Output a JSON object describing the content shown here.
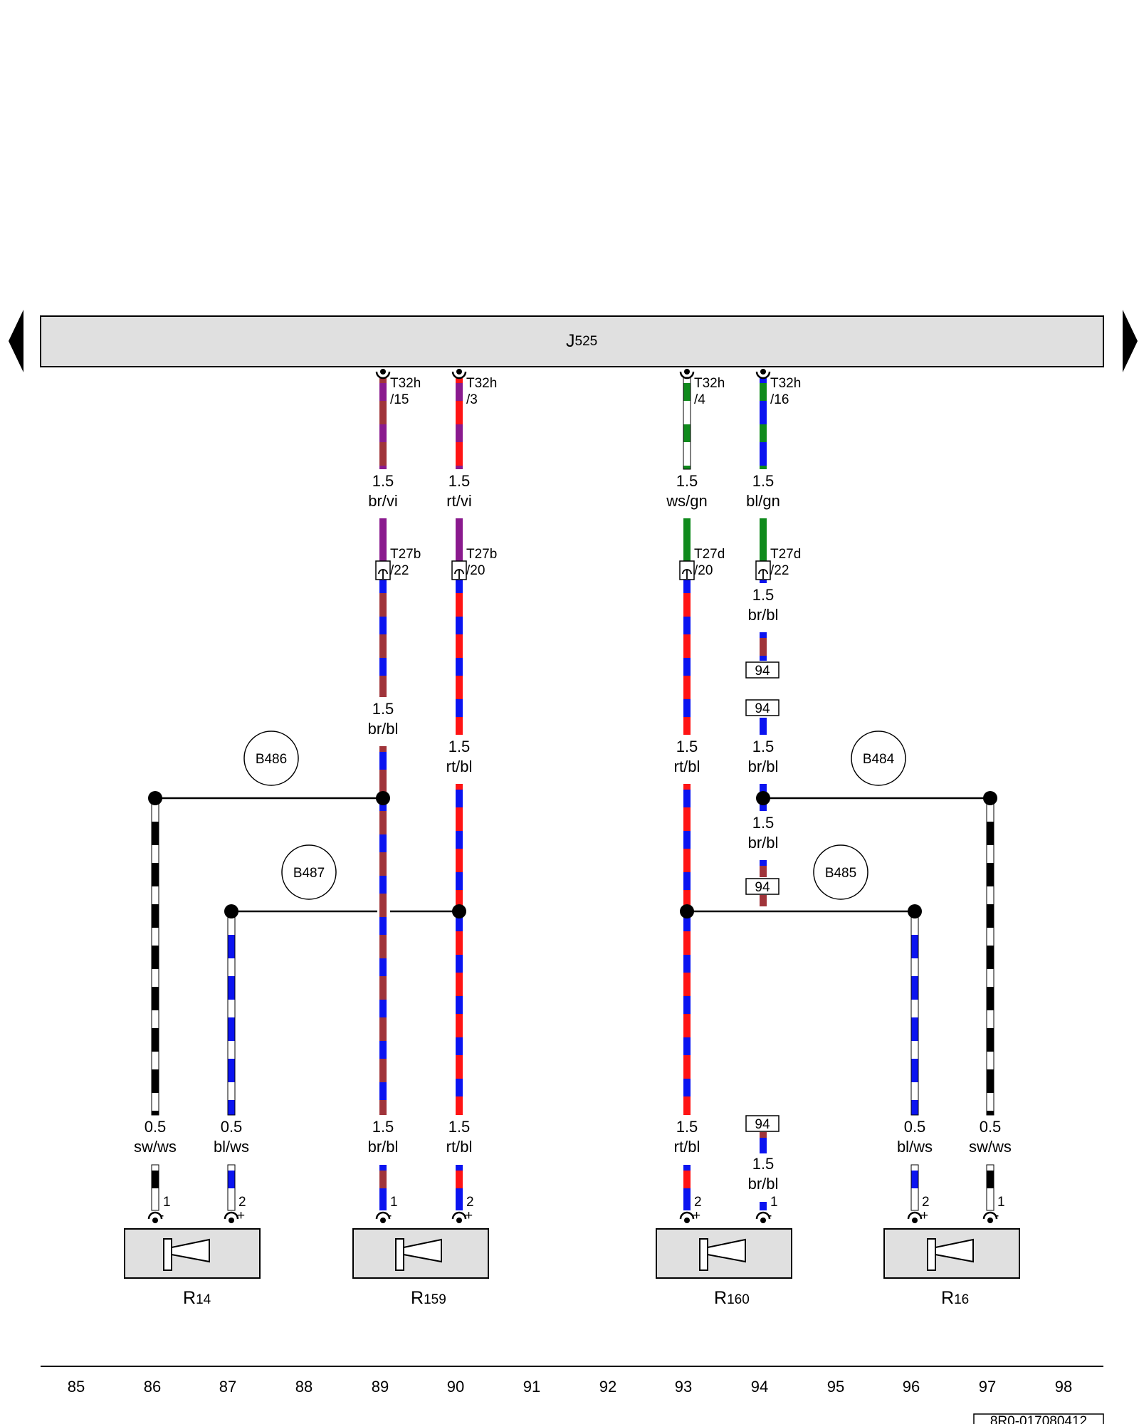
{
  "control_unit": {
    "main": "J",
    "sub": "525"
  },
  "doc_id": "8R0-017080412",
  "grid_numbers": [
    "85",
    "86",
    "87",
    "88",
    "89",
    "90",
    "91",
    "92",
    "93",
    "94",
    "95",
    "96",
    "97",
    "98"
  ],
  "colors": {
    "br": "#a0343a",
    "bl": "#0b14f0",
    "rt": "#ff1414",
    "vi": "#8a1a8e",
    "ws": "#ffffff",
    "gn": "#0f8a1c",
    "sw": "#000000"
  },
  "connectors": {
    "t32h_15": {
      "name": "T32h",
      "pin": "/15"
    },
    "t32h_3": {
      "name": "T32h",
      "pin": "/3"
    },
    "t32h_4": {
      "name": "T32h",
      "pin": "/4"
    },
    "t32h_16": {
      "name": "T32h",
      "pin": "/16"
    },
    "t27b_22": {
      "name": "T27b",
      "pin": "/22"
    },
    "t27b_20": {
      "name": "T27b",
      "pin": "/20"
    },
    "t27d_20": {
      "name": "T27d",
      "pin": "/20"
    },
    "t27d_22": {
      "name": "T27d",
      "pin": "/22"
    }
  },
  "wire_labels": [
    {
      "size": "1.5",
      "color": "br/vi"
    },
    {
      "size": "1.5",
      "color": "rt/vi"
    },
    {
      "size": "1.5",
      "color": "ws/gn"
    },
    {
      "size": "1.5",
      "color": "bl/gn"
    },
    {
      "size": "1.5",
      "color": "br/bl"
    },
    {
      "size": "1.5",
      "color": "br/bl"
    },
    {
      "size": "1.5",
      "color": "rt/bl"
    },
    {
      "size": "1.5",
      "color": "rt/bl"
    },
    {
      "size": "1.5",
      "color": "br/bl"
    },
    {
      "size": "1.5",
      "color": "br/bl"
    },
    {
      "size": "0.5",
      "color": "sw/ws"
    },
    {
      "size": "0.5",
      "color": "bl/ws"
    },
    {
      "size": "1.5",
      "color": "br/bl"
    },
    {
      "size": "1.5",
      "color": "rt/bl"
    },
    {
      "size": "1.5",
      "color": "rt/bl"
    },
    {
      "size": "1.5",
      "color": "br/bl"
    },
    {
      "size": "0.5",
      "color": "bl/ws"
    },
    {
      "size": "0.5",
      "color": "sw/ws"
    }
  ],
  "refs": [
    "94",
    "94",
    "94",
    "94"
  ],
  "bubbles": [
    "B486",
    "B487",
    "B484",
    "B485"
  ],
  "speakers": [
    {
      "main": "R",
      "sub": "14"
    },
    {
      "main": "R",
      "sub": "159"
    },
    {
      "main": "R",
      "sub": "160"
    },
    {
      "main": "R",
      "sub": "16"
    }
  ],
  "pins": [
    {
      "num": "1",
      "sign": "-"
    },
    {
      "num": "2",
      "sign": "+"
    },
    {
      "num": "1",
      "sign": "-"
    },
    {
      "num": "2",
      "sign": "+"
    },
    {
      "num": "2",
      "sign": "+"
    },
    {
      "num": "1",
      "sign": "-"
    },
    {
      "num": "2",
      "sign": "+"
    },
    {
      "num": "1",
      "sign": "-"
    }
  ]
}
